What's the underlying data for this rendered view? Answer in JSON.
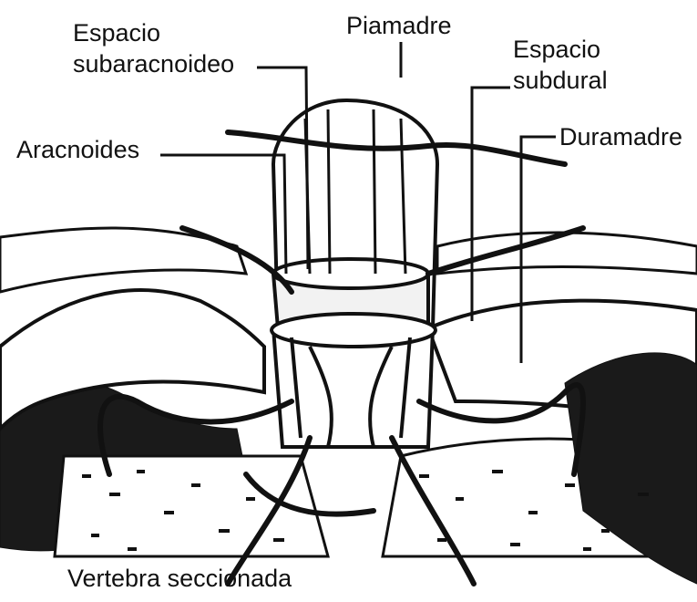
{
  "diagram": {
    "labels": {
      "espacio_subaracnoideo": [
        "Espacio",
        "subaracnoideo"
      ],
      "piamadre": "Piamadre",
      "espacio_subdural": [
        "Espacio",
        "subdural"
      ],
      "aracnoides": "Aracnoides",
      "duramadre": "Duramadre",
      "vertebra": "Vertebra seccionada"
    },
    "colors": {
      "ink": "#111111",
      "background": "#ffffff"
    }
  }
}
